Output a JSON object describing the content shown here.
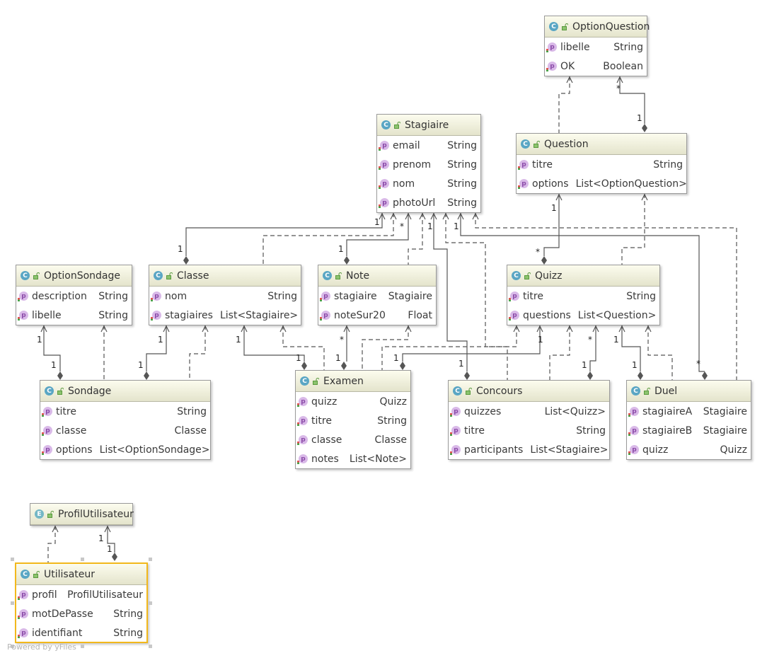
{
  "diagram": {
    "classes": [
      {
        "id": "OptionQuestion",
        "kind": "C",
        "name": "OptionQuestion",
        "fields": [
          {
            "n": "libelle",
            "t": "String"
          },
          {
            "n": "OK",
            "t": "Boolean"
          }
        ]
      },
      {
        "id": "Stagiaire",
        "kind": "C",
        "name": "Stagiaire",
        "fields": [
          {
            "n": "email",
            "t": "String"
          },
          {
            "n": "prenom",
            "t": "String"
          },
          {
            "n": "nom",
            "t": "String"
          },
          {
            "n": "photoUrl",
            "t": "String"
          }
        ]
      },
      {
        "id": "Question",
        "kind": "C",
        "name": "Question",
        "fields": [
          {
            "n": "titre",
            "t": "String"
          },
          {
            "n": "options",
            "t": "List<OptionQuestion>"
          }
        ]
      },
      {
        "id": "OptionSondage",
        "kind": "C",
        "name": "OptionSondage",
        "fields": [
          {
            "n": "description",
            "t": "String"
          },
          {
            "n": "libelle",
            "t": "String"
          }
        ]
      },
      {
        "id": "Classe",
        "kind": "C",
        "name": "Classe",
        "fields": [
          {
            "n": "nom",
            "t": "String"
          },
          {
            "n": "stagiaires",
            "t": "List<Stagiaire>"
          }
        ]
      },
      {
        "id": "Note",
        "kind": "C",
        "name": "Note",
        "fields": [
          {
            "n": "stagiaire",
            "t": "Stagiaire"
          },
          {
            "n": "noteSur20",
            "t": "Float"
          }
        ]
      },
      {
        "id": "Quizz",
        "kind": "C",
        "name": "Quizz",
        "fields": [
          {
            "n": "titre",
            "t": "String"
          },
          {
            "n": "questions",
            "t": "List<Question>"
          }
        ]
      },
      {
        "id": "Sondage",
        "kind": "C",
        "name": "Sondage",
        "fields": [
          {
            "n": "titre",
            "t": "String"
          },
          {
            "n": "classe",
            "t": "Classe"
          },
          {
            "n": "options",
            "t": "List<OptionSondage>"
          }
        ]
      },
      {
        "id": "Examen",
        "kind": "C",
        "name": "Examen",
        "fields": [
          {
            "n": "quizz",
            "t": "Quizz"
          },
          {
            "n": "titre",
            "t": "String"
          },
          {
            "n": "classe",
            "t": "Classe"
          },
          {
            "n": "notes",
            "t": "List<Note>"
          }
        ]
      },
      {
        "id": "Concours",
        "kind": "C",
        "name": "Concours",
        "fields": [
          {
            "n": "quizzes",
            "t": "List<Quizz>"
          },
          {
            "n": "titre",
            "t": "String"
          },
          {
            "n": "participants",
            "t": "List<Stagiaire>"
          }
        ]
      },
      {
        "id": "Duel",
        "kind": "C",
        "name": "Duel",
        "fields": [
          {
            "n": "stagiaireA",
            "t": "Stagiaire"
          },
          {
            "n": "stagiaireB",
            "t": "Stagiaire"
          },
          {
            "n": "quizz",
            "t": "Quizz"
          }
        ]
      },
      {
        "id": "ProfilUtilisateur",
        "kind": "E",
        "name": "ProfilUtilisateur",
        "fields": []
      },
      {
        "id": "Utilisateur",
        "kind": "C",
        "name": "Utilisateur",
        "fields": [
          {
            "n": "profil",
            "t": "ProfilUtilisateur"
          },
          {
            "n": "motDePasse",
            "t": "String"
          },
          {
            "n": "identifiant",
            "t": "String"
          }
        ],
        "selected": true
      }
    ],
    "multiplicities": [
      "*",
      "1",
      "1",
      "*",
      "1",
      "1",
      "*",
      "1",
      "1",
      "1",
      "1",
      "*",
      "1",
      "1",
      "1",
      "1",
      "1",
      "1",
      "*",
      "1",
      "1",
      "1",
      "*",
      "1",
      "1",
      "1",
      "1",
      "1",
      "1",
      "1"
    ],
    "field_badge": "p",
    "watermark": "Powered by yFiles",
    "colors": {
      "selection": "#f2b81c",
      "class_badge": "#5aa6c4",
      "field_badge": "#d9b9e8",
      "edge": "#555555"
    }
  }
}
